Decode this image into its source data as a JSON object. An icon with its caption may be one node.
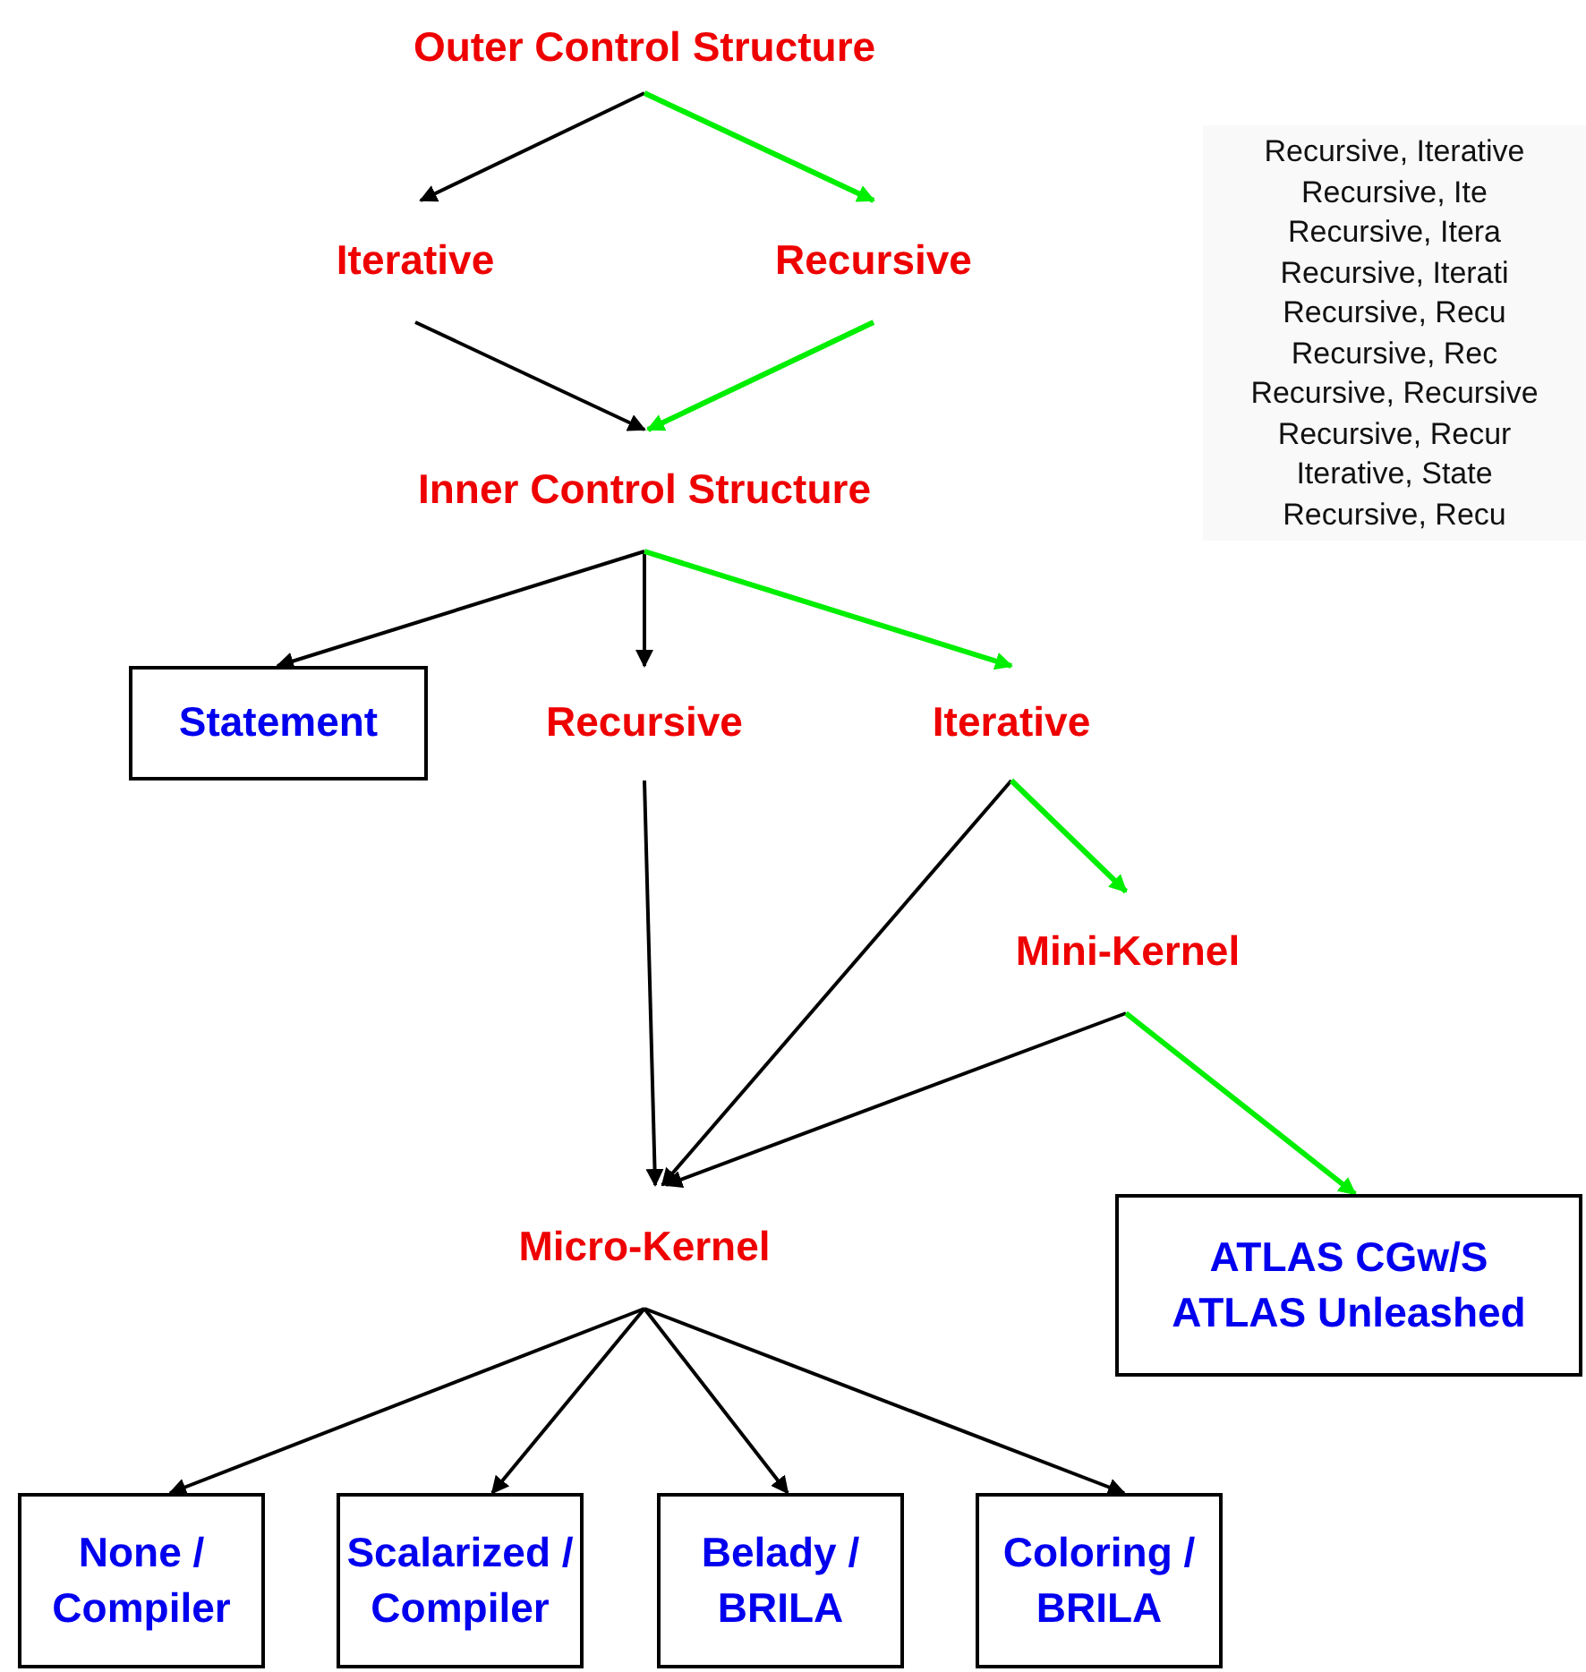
{
  "diagram": {
    "nodes": [
      {
        "text": [
          "Outer Control Structure"
        ]
      },
      {
        "text": [
          "Iterative"
        ]
      },
      {
        "text": [
          "Recursive"
        ]
      },
      {
        "text": [
          "Inner Control Structure"
        ]
      },
      {
        "text": [
          "Statement"
        ]
      },
      {
        "text": [
          "Recursive"
        ]
      },
      {
        "text": [
          "Iterative"
        ]
      },
      {
        "text": [
          "Mini-Kernel"
        ]
      },
      {
        "text": [
          "Micro-Kernel"
        ]
      },
      {
        "text": [
          "ATLAS CGw/S",
          "ATLAS Unleashed"
        ]
      },
      {
        "text": [
          "None / Compiler"
        ]
      },
      {
        "text": [
          "Scalarized / Compiler"
        ]
      },
      {
        "text": [
          "Belady / BRILA"
        ]
      },
      {
        "text": [
          "Coloring / BRILA"
        ]
      }
    ],
    "edges": [
      {
        "from": 0,
        "to": 1,
        "arrow": "to"
      },
      {
        "from": 0,
        "to": 2,
        "arrow": "to",
        "color": "#00ee00"
      },
      {
        "from": 1,
        "to": 3,
        "arrow": "to"
      },
      {
        "from": 2,
        "to": 3,
        "arrow": "to",
        "color": "#00ee00"
      },
      {
        "from": 3,
        "to": 4,
        "arrow": "to"
      },
      {
        "from": 3,
        "to": 5,
        "arrow": "to"
      },
      {
        "from": 3,
        "to": 6,
        "arrow": "to",
        "color": "#00ee00"
      },
      {
        "from": 5,
        "to": 8,
        "arrow": "to"
      },
      {
        "from": 6,
        "to": 8,
        "arrow": "to"
      },
      {
        "from": 6,
        "to": 7,
        "arrow": "to",
        "color": "#00ee00"
      },
      {
        "from": 7,
        "to": 8,
        "arrow": "to"
      },
      {
        "from": 7,
        "to": 9,
        "arrow": "to",
        "color": "#00ee00"
      },
      {
        "from": 8,
        "to": 10,
        "arrow": "to"
      },
      {
        "from": 8,
        "to": 11,
        "arrow": "to"
      },
      {
        "from": 8,
        "to": 12,
        "arrow": "to"
      },
      {
        "from": 8,
        "to": 13,
        "arrow": "to"
      }
    ],
    "labels": [
      "Recursive, Iterative",
      "Recursive, Ite",
      "Recursive, Itera",
      "Recursive, Iterati",
      "Recursive, Recu",
      "Recursive, Rec",
      "Recursive, Recursive",
      "Recursive, Recur",
      "Iterative, State",
      "Recursive, Recu"
    ]
  }
}
